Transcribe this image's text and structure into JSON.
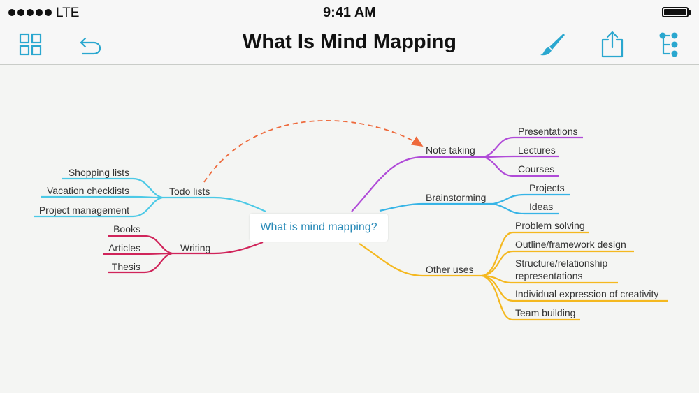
{
  "status_bar": {
    "carrier": "LTE",
    "time": "9:41 AM"
  },
  "toolbar": {
    "title": "What Is Mind Mapping"
  },
  "colors": {
    "accent": "#2aa7cf",
    "todo": "#4cc9e6",
    "writing": "#d0245a",
    "note": "#b04bd8",
    "brainstorm": "#36b4e6",
    "other": "#f4b81f",
    "arrow": "#ee6a3c"
  },
  "mind_map": {
    "central": "What is mind mapping?",
    "branches": {
      "todo": {
        "label": "Todo lists",
        "items": [
          "Shopping lists",
          "Vacation checklists",
          "Project management"
        ]
      },
      "writing": {
        "label": "Writing",
        "items": [
          "Books",
          "Articles",
          "Thesis"
        ]
      },
      "note": {
        "label": "Note taking",
        "items": [
          "Presentations",
          "Lectures",
          "Courses"
        ]
      },
      "brainstorm": {
        "label": "Brainstorming",
        "items": [
          "Projects",
          "Ideas"
        ]
      },
      "other": {
        "label": "Other uses",
        "items": [
          "Problem solving",
          "Outline/framework design",
          [
            "Structure/relationship",
            "representations"
          ],
          "Individual expression of creativity",
          "Team building"
        ]
      }
    }
  }
}
